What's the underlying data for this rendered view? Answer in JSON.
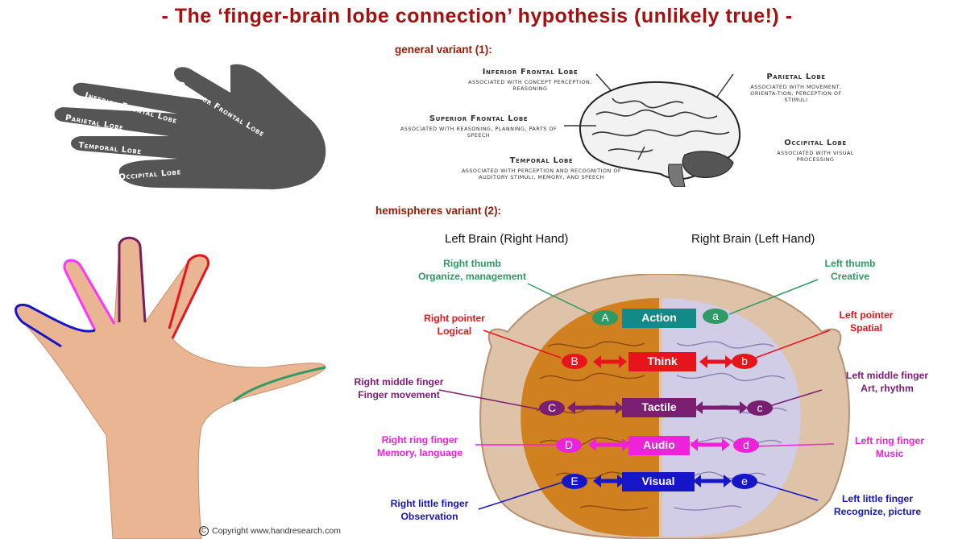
{
  "title": "- The ‘finger-brain lobe connection’ hypothesis (unlikely true!) -",
  "variant1": {
    "label": "general variant (1):",
    "hand_fingers": [
      "Superior Frontal Lobe",
      "Inferior Frontal Lobe",
      "Parietal Lobe",
      "Temporal Lobe",
      "Occipital Lobe"
    ],
    "lobes": [
      {
        "name": "Inferior Frontal Lobe",
        "desc": "associated with concept perception, reasoning"
      },
      {
        "name": "Parietal Lobe",
        "desc": "associated with movement, orienta-tion, perception of stimuli"
      },
      {
        "name": "Superior Frontal Lobe",
        "desc": "associated with reasoning, planning, parts of speech"
      },
      {
        "name": "Occipital Lobe",
        "desc": "associated with visual processing"
      },
      {
        "name": "Temporal Lobe",
        "desc": "associated with perception and recognition of auditory stimuli, memory, and speech"
      }
    ]
  },
  "variant2": {
    "label": "hemispheres variant (2):",
    "left_heading": "Left Brain (Right Hand)",
    "right_heading": "Right Brain (Left Hand)",
    "boxes": [
      "Action",
      "Think",
      "Tactile",
      "Audio",
      "Visual"
    ],
    "left_letters": [
      "A",
      "B",
      "C",
      "D",
      "E"
    ],
    "right_letters": [
      "a",
      "b",
      "c",
      "d",
      "e"
    ],
    "left_labels": [
      {
        "name": "Right thumb",
        "desc": "Organize, management"
      },
      {
        "name": "Right pointer",
        "desc": "Logical"
      },
      {
        "name": "Right middle finger",
        "desc": "Finger movement"
      },
      {
        "name": "Right ring finger",
        "desc": "Memory, language"
      },
      {
        "name": "Right little finger",
        "desc": "Observation"
      }
    ],
    "right_labels": [
      {
        "name": "Left thumb",
        "desc": "Creative"
      },
      {
        "name": "Left pointer",
        "desc": "Spatial"
      },
      {
        "name": "Left middle finger",
        "desc": "Art, rhythm"
      },
      {
        "name": "Left ring finger",
        "desc": "Music"
      },
      {
        "name": "Left little finger",
        "desc": "Recognize, picture"
      }
    ],
    "colors": {
      "thumb": "#2e9a64",
      "pointer": "#e8141c",
      "middle": "#7a1e72",
      "ring": "#ee22d8",
      "little": "#1616c8",
      "action_box": "#148a88"
    }
  },
  "copyright": "Copyright www.handresearch.com"
}
